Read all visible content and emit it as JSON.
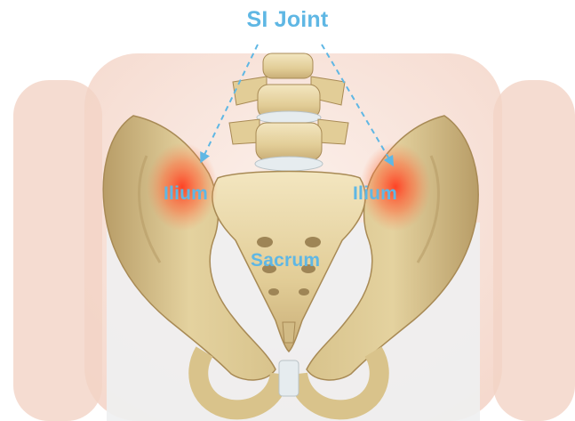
{
  "title": "SI Joint",
  "labels": {
    "ilium_left": "Ilium",
    "ilium_right": "Ilium",
    "sacrum": "Sacrum"
  },
  "colors": {
    "label": "#5fb7e4",
    "bone": "#e9d9ac",
    "bone_shadow": "#b79d6a",
    "skin": "#f7ddd2",
    "inflammation": "#ff5a3c",
    "disc": "#e6ecef"
  }
}
